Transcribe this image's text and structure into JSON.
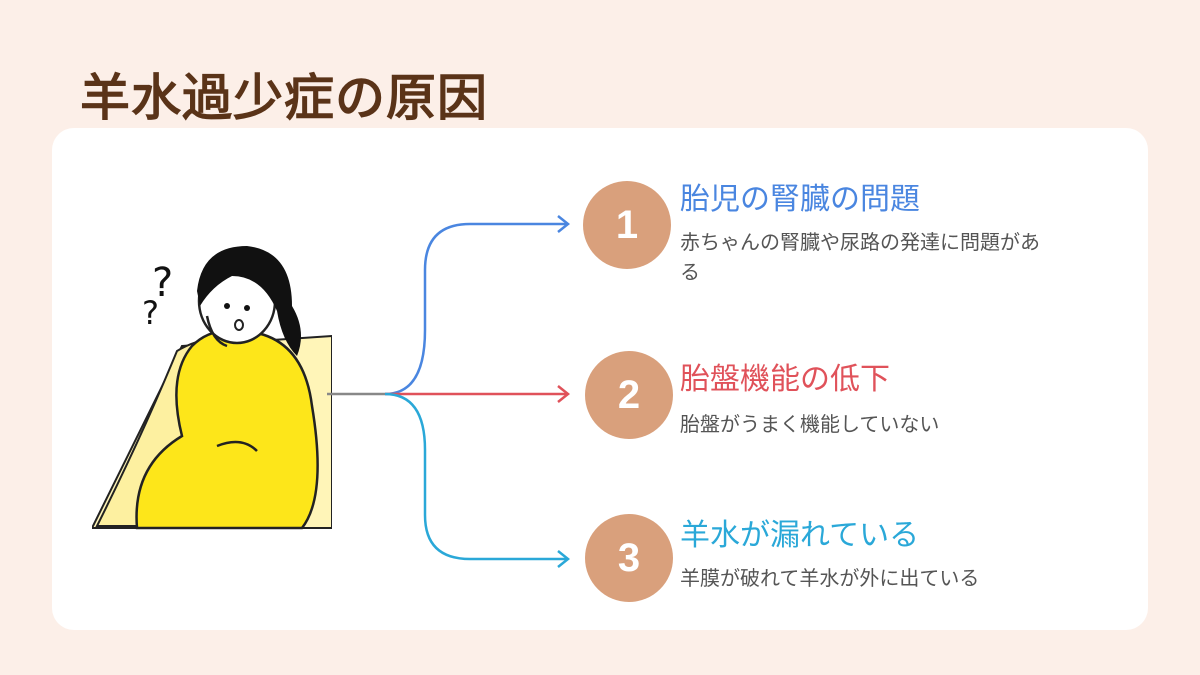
{
  "title": "羊水過少症の原因",
  "colors": {
    "background": "#fcefe8",
    "title": "#5a3318",
    "badge": "#d9a07c",
    "blue": "#4a86e0",
    "red": "#e0525a",
    "cyan": "#2aa8d8"
  },
  "illustration": {
    "icon": "pregnant-woman-thinking-illustration"
  },
  "causes": [
    {
      "number": "1",
      "title": "胎児の腎臓の問題",
      "desc": "赤ちゃんの腎臓や尿路の発達に問題がある",
      "color": "#4a86e0"
    },
    {
      "number": "2",
      "title": "胎盤機能の低下",
      "desc": "胎盤がうまく機能していない",
      "color": "#e0525a"
    },
    {
      "number": "3",
      "title": "羊水が漏れている",
      "desc": "羊膜が破れて羊水が外に出ている",
      "color": "#2aa8d8"
    }
  ]
}
